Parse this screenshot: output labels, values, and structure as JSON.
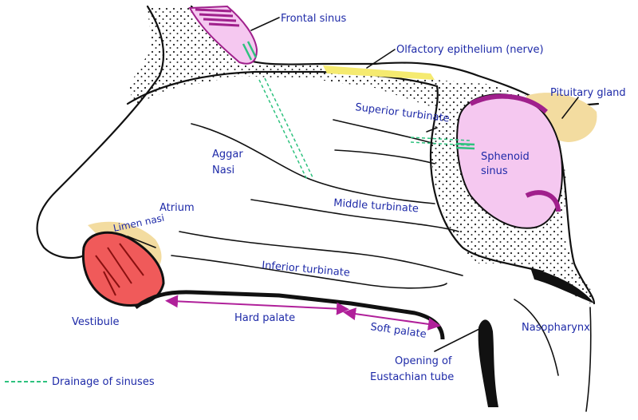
{
  "labels": {
    "frontal_sinus": "Frontal sinus",
    "olfactory": "Olfactory epithelium (nerve)",
    "pituitary": "Pituitary gland",
    "superior_turbinate": "Superior turbinate",
    "sphenoid_1": "Sphenoid",
    "sphenoid_2": "sinus",
    "aggar_1": "Aggar",
    "aggar_2": "Nasi",
    "atrium": "Atrium",
    "middle_turbinate": "Middle turbinate",
    "limen_nasi": "Limen nasi",
    "inferior_turbinate": "Inferior turbinate",
    "vestibule": "Vestibule",
    "hard_palate": "Hard palate",
    "soft_palate": "Soft palate",
    "nasopharynx": "Nasopharynx",
    "eustachian_1": "Opening of",
    "eustachian_2": "Eustachian tube"
  },
  "legend": {
    "drainage": "Drainage of sinuses"
  },
  "colors": {
    "label_text": "#1e2aa8",
    "drainage_line": "#2ec27e",
    "sinus_fill": "#f5c8f0",
    "sinus_edge": "#a0208c",
    "vestibule_fill": "#f05a5a",
    "pituitary_fill": "#f3dca0",
    "olfactory_fill": "#f5ea70",
    "palate_arrow": "#b0209a"
  }
}
